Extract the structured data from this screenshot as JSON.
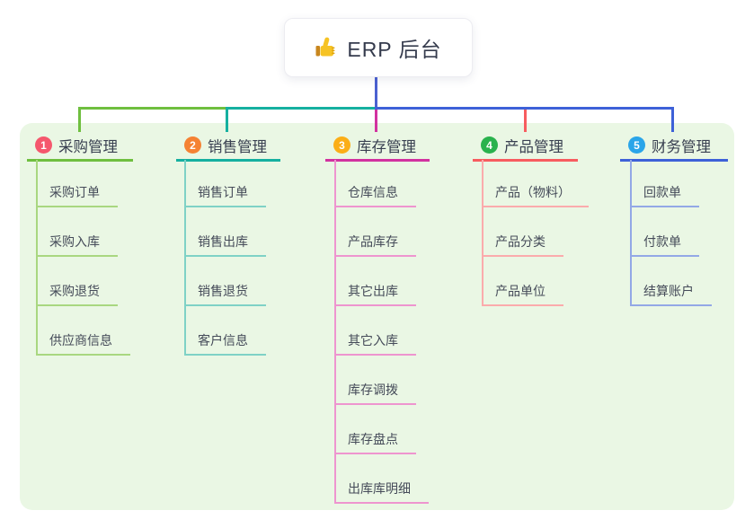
{
  "root": {
    "title": "ERP 后台",
    "icon": "thumbs-up-icon",
    "connector_color": "#4b61d1"
  },
  "panel": {
    "background": "#eaf7e4"
  },
  "branches": [
    {
      "num": "1",
      "label": "采购管理",
      "color": "#6fbf3f",
      "light": "#a9d780",
      "badge": "#f5576d",
      "children": [
        "采购订单",
        "采购入库",
        "采购退货",
        "供应商信息"
      ]
    },
    {
      "num": "2",
      "label": "销售管理",
      "color": "#16b0a0",
      "light": "#7fd2c6",
      "badge": "#f58233",
      "children": [
        "销售订单",
        "销售出库",
        "销售退货",
        "客户信息"
      ]
    },
    {
      "num": "3",
      "label": "库存管理",
      "color": "#d232a0",
      "light": "#ee95cf",
      "badge": "#fbae17",
      "children": [
        "仓库信息",
        "产品库存",
        "其它出库",
        "其它入库",
        "库存调拨",
        "库存盘点",
        "出库库明细"
      ]
    },
    {
      "num": "4",
      "label": "产品管理",
      "color": "#f75c5f",
      "light": "#fbabac",
      "badge": "#2ab24d",
      "children": [
        "产品（物料）",
        "产品分类",
        "产品单位"
      ]
    },
    {
      "num": "5",
      "label": "财务管理",
      "color": "#3e61d8",
      "light": "#93a8e6",
      "badge": "#2aa5e9",
      "children": [
        "回款单",
        "付款单",
        "结算账户"
      ]
    }
  ]
}
